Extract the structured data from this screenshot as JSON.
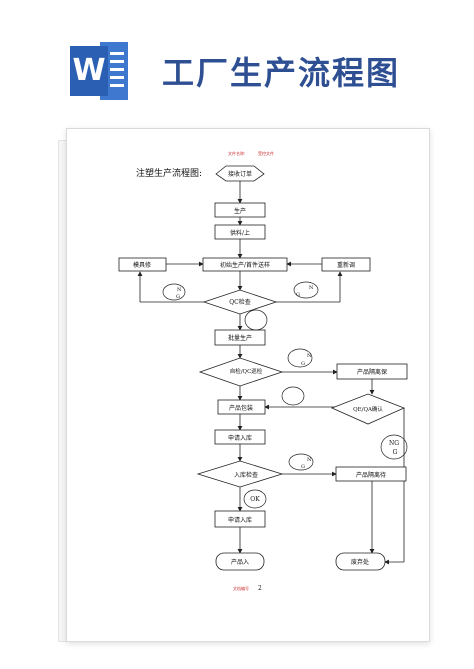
{
  "app": {
    "icon": "word-document-icon",
    "icon_letter": "W"
  },
  "header": {
    "title": "工厂生产流程图"
  },
  "doc": {
    "heading": "注塑生产流程图:",
    "top_notes": [
      "文件名称:",
      "受控文件"
    ],
    "page_number": "2",
    "bottom_note": "文档编号"
  },
  "flow": {
    "receive_order": "接收订单",
    "production": "生产",
    "feed": "供料/上",
    "trial": "初始生产/首件送样",
    "repair_mold": "模具修",
    "readjust": "重新调",
    "qc_check": "QC检查",
    "mass_production": "批量生产",
    "self_check": "自检/QC巡检",
    "isolate": "产品隔离保",
    "pack": "产品包装",
    "qe_qa": "QE/QA确认",
    "apply_storage": "申请入库",
    "storage_check": "入库检查",
    "isolate_wait": "产品隔离待",
    "apply_storage2": "申请入库",
    "product_in": "产品入",
    "scrap": "废弃处",
    "ok": "OK",
    "ng": "NG",
    "ng_label": "N",
    "ng_sub": "G",
    "ng_large": "NG"
  },
  "colors": {
    "brand_blue": "#2b5fb3",
    "title_blue": "#2f4f93",
    "line": "#222222"
  }
}
